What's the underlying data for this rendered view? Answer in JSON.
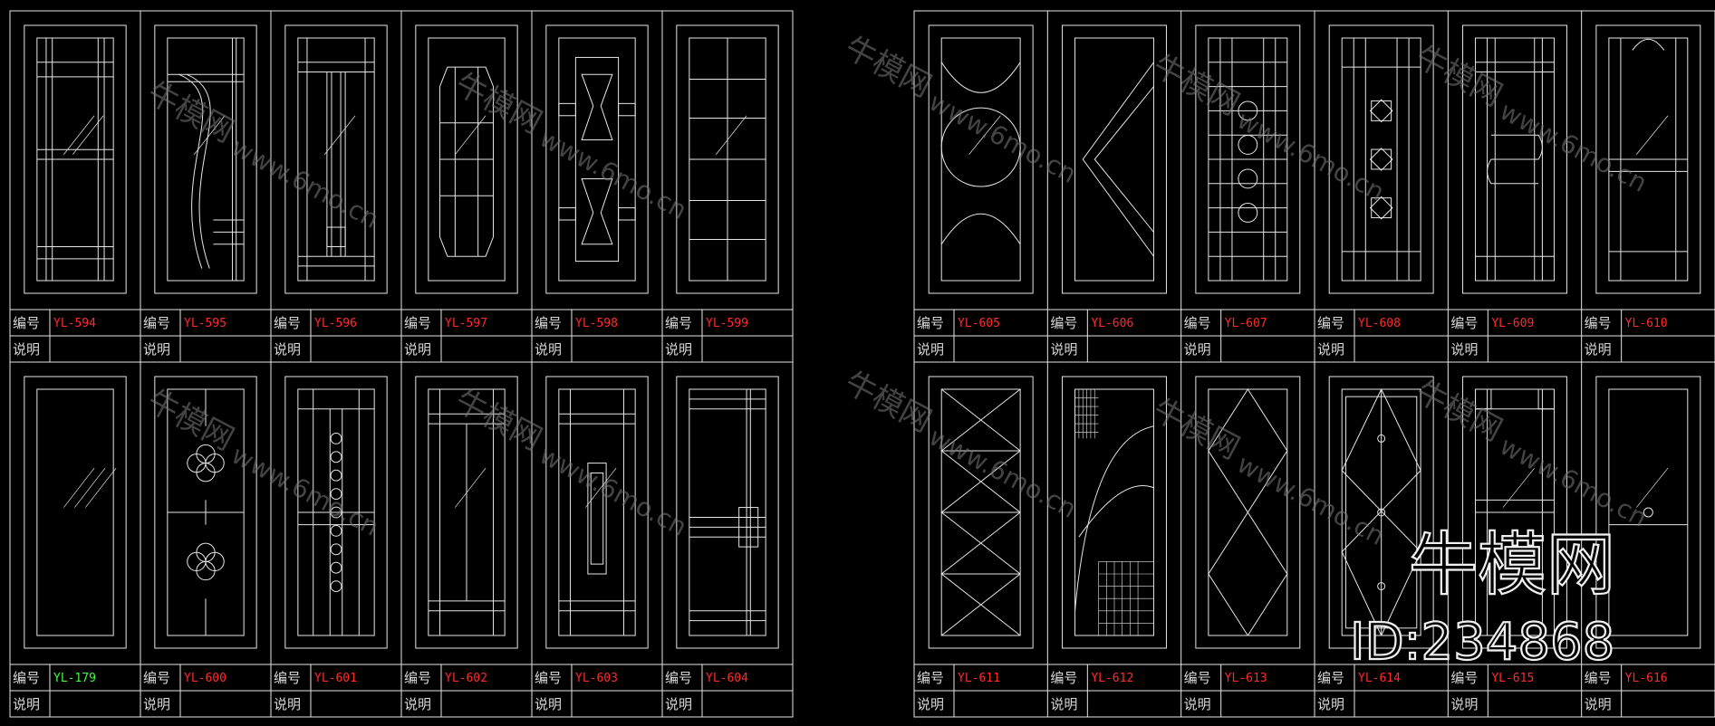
{
  "labels": {
    "number": "编号",
    "note": "说明"
  },
  "colors": {
    "line": "#e6e6e6",
    "code_red": "#ff2a2a",
    "code_green": "#3cff3c"
  },
  "sheets": [
    {
      "rows": [
        {
          "cells": [
            {
              "code": "YL-594",
              "style": "grid-cross"
            },
            {
              "code": "YL-595",
              "style": "wave"
            },
            {
              "code": "YL-596",
              "style": "center-bars"
            },
            {
              "code": "YL-597",
              "style": "octagon-lattice"
            },
            {
              "code": "YL-598",
              "style": "twist-panels"
            },
            {
              "code": "YL-599",
              "style": "square-tiles"
            }
          ]
        },
        {
          "cells": [
            {
              "code": "YL-179",
              "style": "plain-glass",
              "green": true
            },
            {
              "code": "YL-600",
              "style": "quatrefoil"
            },
            {
              "code": "YL-601",
              "style": "circle-column"
            },
            {
              "code": "YL-602",
              "style": "grid-plain"
            },
            {
              "code": "YL-603",
              "style": "center-rect"
            },
            {
              "code": "YL-604",
              "style": "side-lattice"
            }
          ]
        }
      ]
    },
    {
      "rows": [
        {
          "cells": [
            {
              "code": "YL-605",
              "style": "circles"
            },
            {
              "code": "YL-606",
              "style": "chevron"
            },
            {
              "code": "YL-607",
              "style": "chain-lattice"
            },
            {
              "code": "YL-608",
              "style": "diamond-chain"
            },
            {
              "code": "YL-609",
              "style": "meander"
            },
            {
              "code": "YL-610",
              "style": "arch-lattice"
            }
          ]
        },
        {
          "cells": [
            {
              "code": "YL-611",
              "style": "x-stack"
            },
            {
              "code": "YL-612",
              "style": "leaf"
            },
            {
              "code": "YL-613",
              "style": "diamonds"
            },
            {
              "code": "YL-614",
              "style": "x-diamonds"
            },
            {
              "code": "YL-615",
              "style": "frame-corners"
            },
            {
              "code": "YL-616",
              "style": "knob"
            }
          ]
        }
      ]
    }
  ],
  "watermark": {
    "small": [
      "牛模网",
      "www.6mo.cn"
    ],
    "logo": "牛模网",
    "id": "ID:234868"
  }
}
